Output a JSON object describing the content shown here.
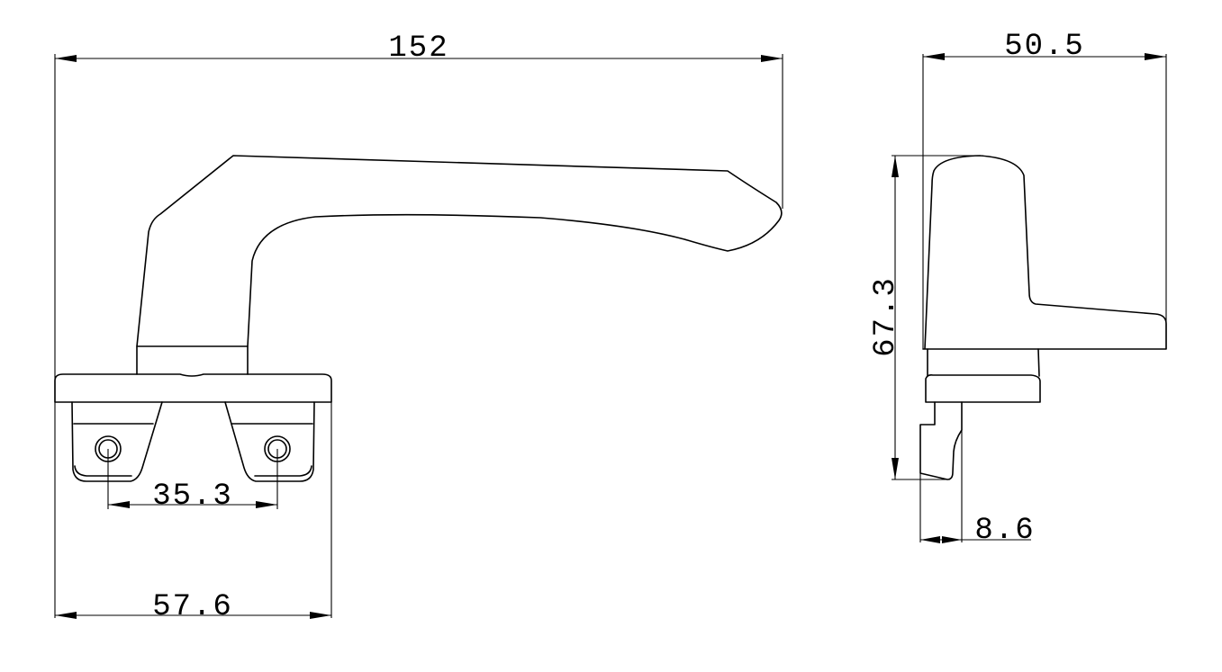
{
  "drawing": {
    "front_view": {
      "overall_length": "152",
      "hole_spacing": "35.3",
      "base_width": "57.6"
    },
    "side_view": {
      "overall_width": "50.5",
      "height": "67.3",
      "spindle_offset": "8.6"
    },
    "line_color": "#000000",
    "background_color": "#ffffff"
  }
}
